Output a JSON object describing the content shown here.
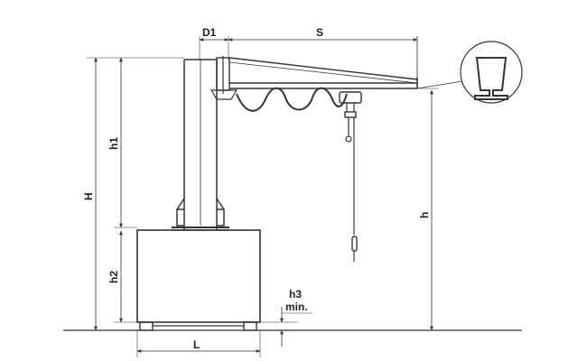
{
  "labels": {
    "D1": "D1",
    "S": "S",
    "H": "H",
    "h1": "h1",
    "h2": "h2",
    "h": "h",
    "h3": "h3",
    "min": "min.",
    "L": "L"
  },
  "colors": {
    "line": "#333333",
    "background": "#ffffff"
  }
}
